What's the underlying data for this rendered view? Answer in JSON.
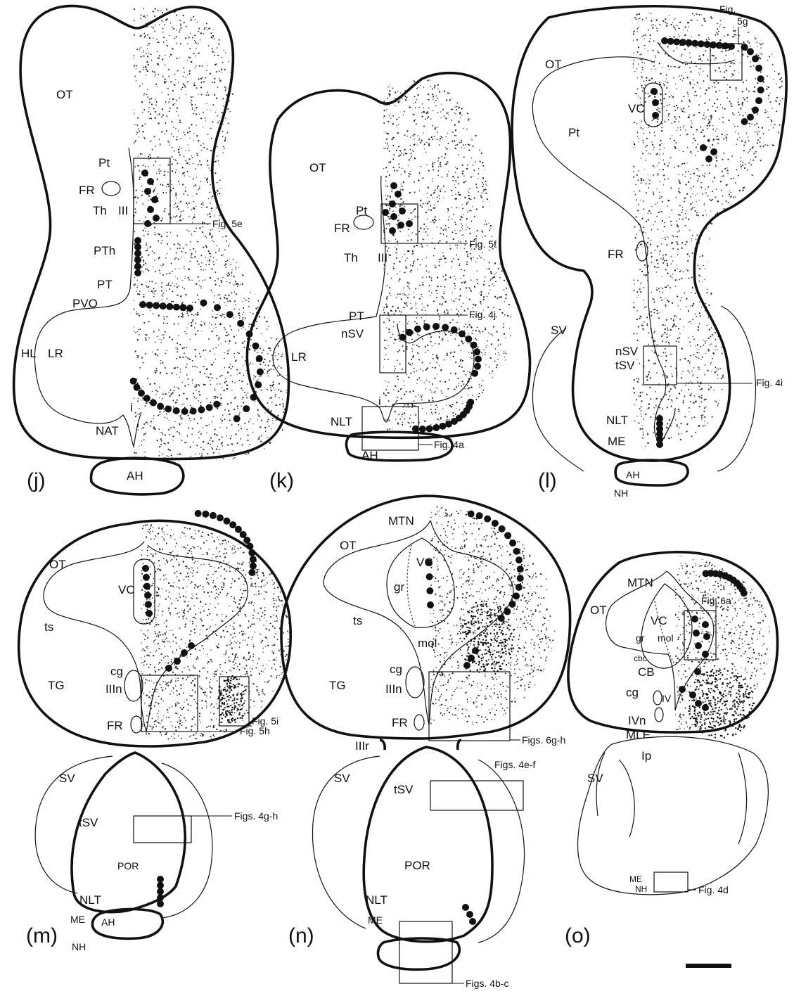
{
  "panels": {
    "j": "(j)",
    "k": "(k)",
    "l": "(l)",
    "m": "(m)",
    "n": "(n)",
    "o": "(o)"
  },
  "labels": {
    "j": [
      "OT",
      "Pt",
      "FR",
      "Th",
      "III",
      "PTh",
      "PT",
      "PVO",
      "HL",
      "LR",
      "i",
      "NAT",
      "AH"
    ],
    "k": [
      "OT",
      "Pt",
      "FR",
      "Th",
      "III",
      "PT",
      "nSV",
      "LR",
      "i",
      "NLT",
      "AH"
    ],
    "l": [
      "OT",
      "VC",
      "Pt",
      "FR",
      "SV",
      "nSV",
      "tSV",
      "NLT",
      "ME",
      "AH",
      "NH"
    ],
    "m": [
      "OT",
      "VC",
      "ts",
      "cg",
      "TG",
      "IIIn",
      "FR",
      "SV",
      "tSV",
      "POR",
      "NLT",
      "ME",
      "AH",
      "NH"
    ],
    "n": [
      "MTN",
      "OT",
      "VC",
      "gr",
      "ts",
      "mol",
      "cg",
      "TG",
      "IIIn",
      "FR",
      "IIIr",
      "SV",
      "tSV",
      "POR",
      "NLT",
      "ME"
    ],
    "o": [
      "MTN",
      "OT",
      "VC",
      "gr",
      "mol",
      "cbc",
      "CB",
      "cg",
      "IV",
      "IVn",
      "MLF",
      "Ip",
      "SV",
      "ME",
      "NH"
    ]
  },
  "callouts": {
    "j": [
      "Fig. 5e"
    ],
    "k": [
      "Fig. 5f",
      "Fig. 4j",
      "Fig. 4a"
    ],
    "l": [
      "Fig.",
      "5g",
      "Fig. 4i"
    ],
    "m": [
      "Fig. 5h",
      "Fig. 5i",
      "Figs. 4g-h"
    ],
    "n": [
      "Figs. 6g-h",
      "Figs. 4e-f",
      "Figs. 4b-c"
    ],
    "o": [
      "Fig. 6a",
      "Fig. 4d"
    ]
  },
  "colors": {
    "ink": "#111111",
    "background": "#ffffff"
  }
}
